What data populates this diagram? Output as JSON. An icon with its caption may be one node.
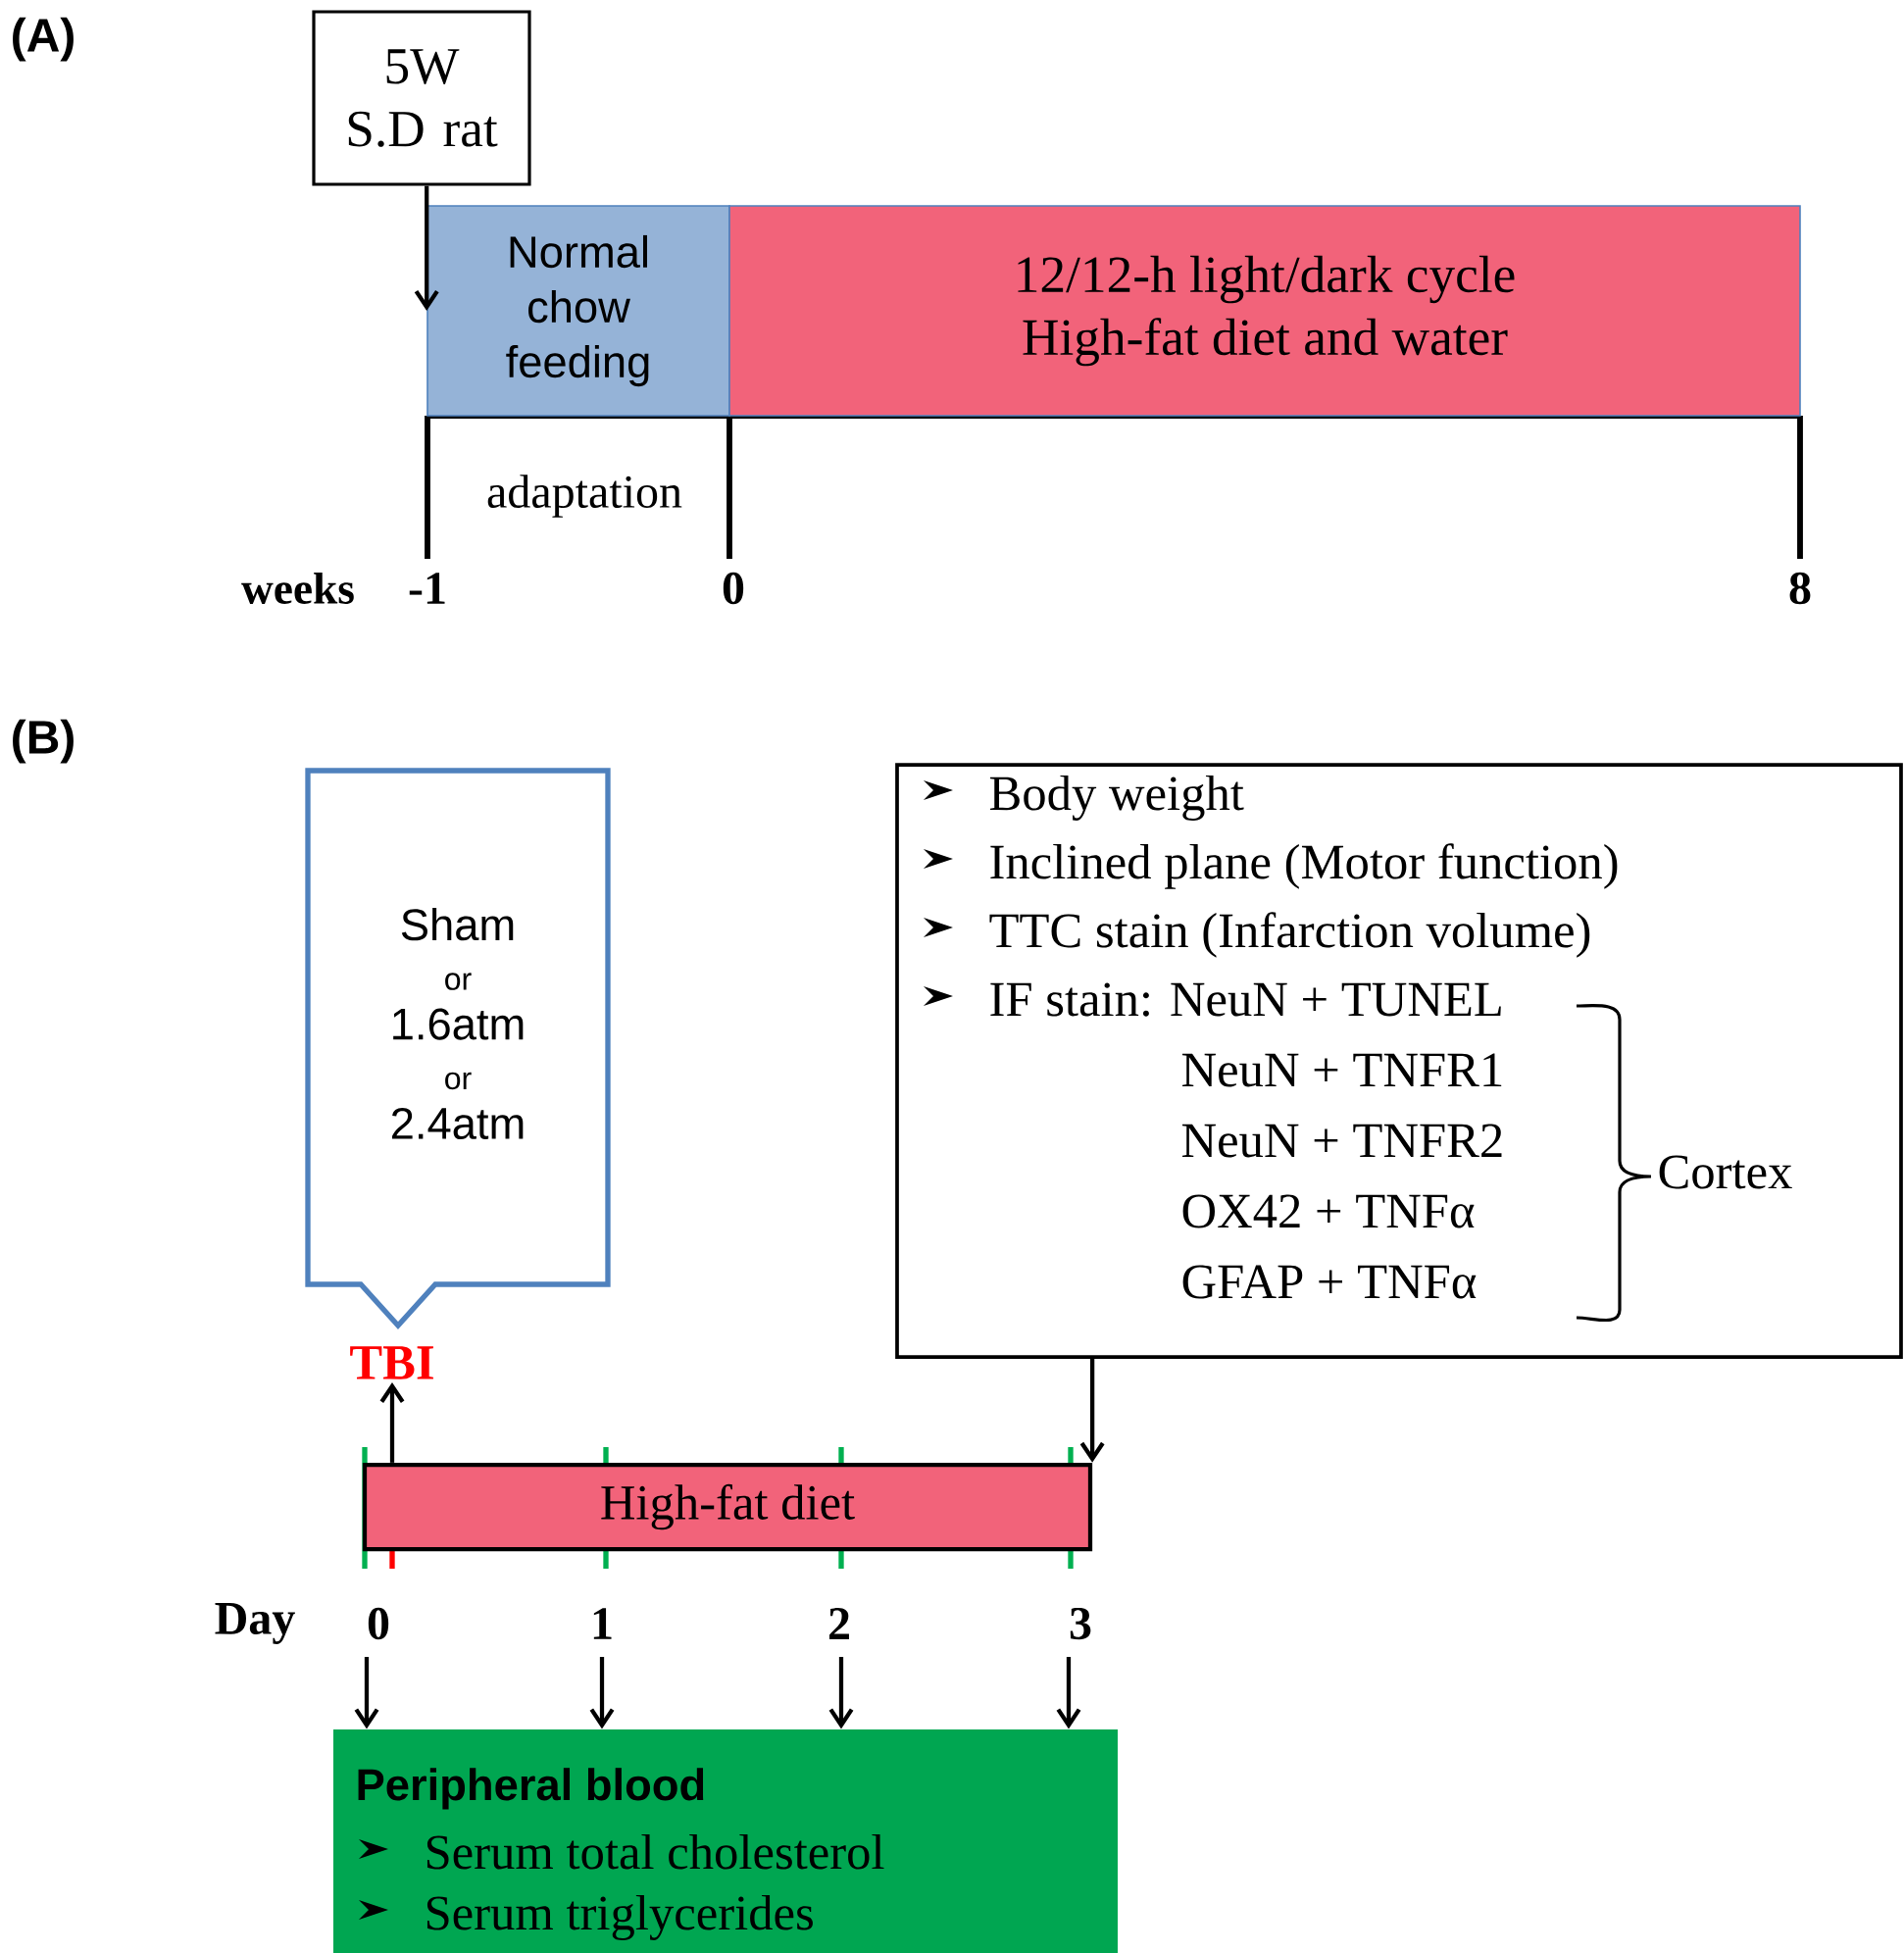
{
  "diagram": {
    "nodes": [
      {
        "text": [
          "5W S.D rat"
        ]
      },
      {
        "text": [
          "Normal chow feeding"
        ]
      },
      {
        "text": [
          "12/12-h light/dark cycle",
          "High-fat diet and water"
        ]
      },
      {
        "text": [
          "Sham",
          "or",
          "1.6atm",
          "or",
          "2.4atm"
        ]
      },
      {
        "text": [
          "TBI"
        ]
      },
      {
        "text": [
          "Body weight",
          "Inclined plane (Motor function)",
          "TTC stain (Infarction volume)",
          "IF stain: NeuN + TUNEL",
          "NeuN + TNFR1",
          "NeuN + TNFR2",
          "OX42 + TNFα",
          "GFAP + TNFα",
          "Cortex"
        ]
      },
      {
        "text": [
          "High-fat diet"
        ]
      },
      {
        "text": [
          "Peripheral blood",
          "Serum total cholesterol",
          "Serum triglycerides"
        ]
      }
    ],
    "edges": [
      {
        "from": 0,
        "to": 1,
        "arrow": "to"
      },
      {
        "from": 6,
        "to": 4,
        "arrow": "to"
      },
      {
        "from": 5,
        "to": 6,
        "arrow": "to"
      },
      {
        "from": null,
        "to": 7,
        "arrow": "to"
      },
      {
        "from": null,
        "to": 7,
        "arrow": "to"
      },
      {
        "from": null,
        "to": 7,
        "arrow": "to"
      },
      {
        "from": null,
        "to": 7,
        "arrow": "to"
      }
    ],
    "labels": [
      "(A)",
      "adaptation",
      "weeks",
      "-1",
      "0",
      "8",
      "(B)",
      "Day",
      "0",
      "1",
      "2",
      "3"
    ]
  }
}
